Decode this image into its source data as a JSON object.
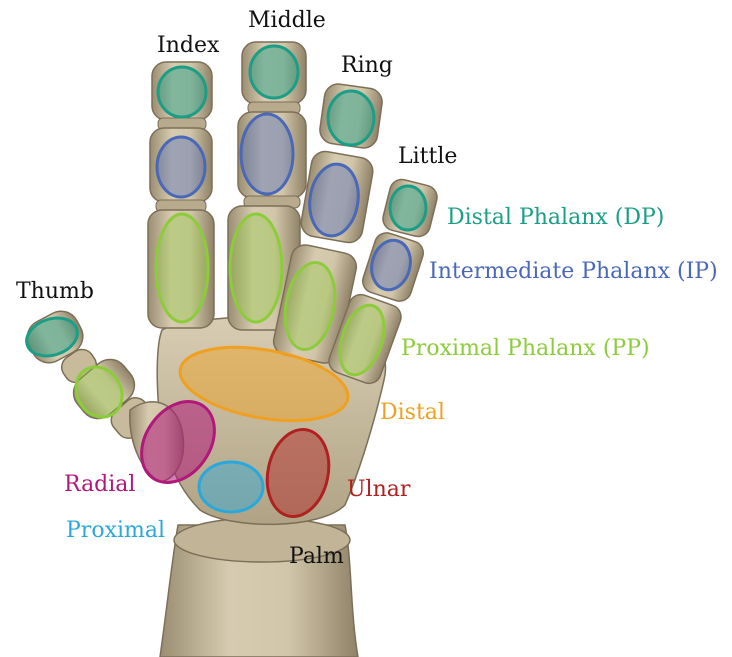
{
  "fingers": {
    "index": "Index",
    "middle": "Middle",
    "ring": "Ring",
    "little": "Little",
    "thumb": "Thumb"
  },
  "phalanges": {
    "distal": "Distal Phalanx (DP)",
    "intermediate": "Intermediate Phalanx (IP)",
    "proximal": "Proximal Phalanx (PP)"
  },
  "palm_regions": {
    "distal": "Distal",
    "radial": "Radial",
    "ulnar": "Ulnar",
    "proximal": "Proximal",
    "palm": "Palm"
  },
  "colors": {
    "distal_phalanx": "#1a9e86",
    "intermediate_phalanx": "#4a68b8",
    "proximal_phalanx": "#8ccc3a",
    "palm_distal": "#f0a020",
    "palm_radial": "#b0187a",
    "palm_ulnar": "#b02020",
    "palm_proximal": "#2aa8dc",
    "wood": "#cbbd9e",
    "wood_dark": "#7c6f58",
    "label_black": "#111111"
  }
}
